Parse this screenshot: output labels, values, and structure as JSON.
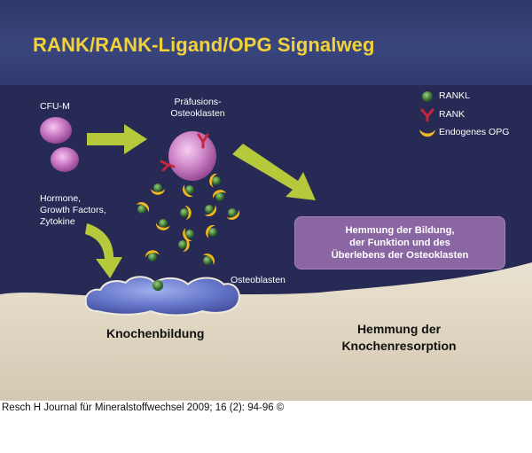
{
  "title": "RANK/RANK-Ligand/OPG Signalweg",
  "labels": {
    "cfu_m": "CFU-M",
    "prefusion": [
      "Präfusions-",
      "Osteoklasten"
    ],
    "hormones": [
      "Hormone,",
      "Growth Factors,",
      "Zytokine"
    ],
    "osteoblasts": "Osteoblasten"
  },
  "legend": {
    "rankl": "RANKL",
    "rank": "RANK",
    "opg": "Endogenes OPG"
  },
  "inhibition_box": [
    "Hemmung der Bildung,",
    "der Funktion und des",
    "Überlebens der Osteoklasten"
  ],
  "bone_formation": "Knochenbildung",
  "resorption_inhibition": [
    "Hemmung der",
    "Knochenresorption"
  ],
  "caption": "Resch H Journal für Mineralstoffwechsel 2009; 16 (2): 94-96 ©",
  "colors": {
    "background": "#262a55",
    "title": "#f2d23a",
    "arrow": "#b5c93a",
    "cell": "#c77bc0",
    "inhibition_box": "#8a67a3",
    "bone": "#ddd3bf",
    "rankl": "#3f7a38",
    "rank": "#c8243a",
    "opg": "#f0b81e"
  }
}
